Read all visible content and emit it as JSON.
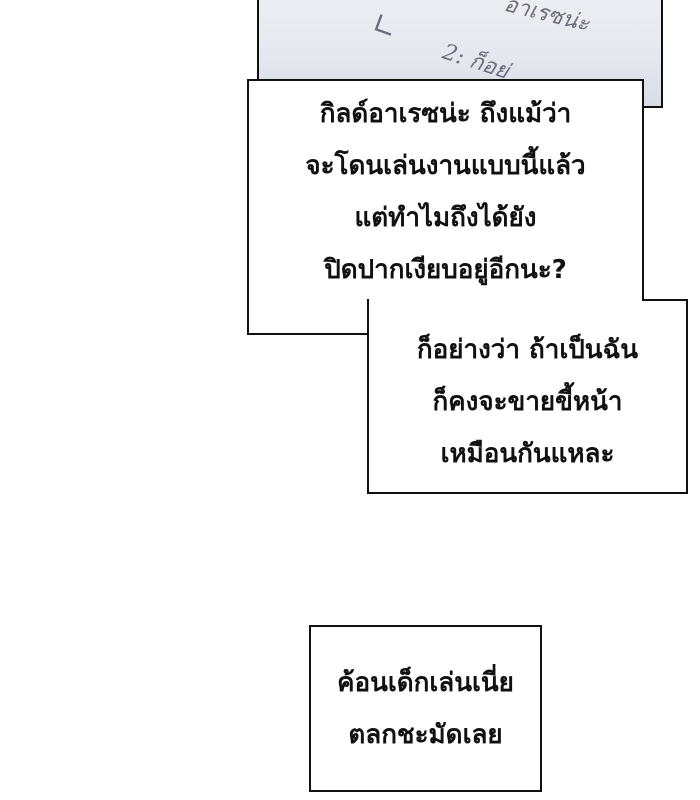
{
  "top_panel": {
    "handwriting_lines": [
      "อาเรซน่ะ",
      "∟",
      "2: ก็อย่"
    ]
  },
  "bubbles": [
    {
      "lines": [
        "กิลด์อาเรซน่ะ ถึงแม้ว่า",
        "จะโดนเล่นงานแบบนี้แล้ว",
        "แต่ทำไมถึงได้ยัง",
        "ปิดปากเงียบอยู่อีกนะ?"
      ]
    },
    {
      "lines": [
        "ก็อย่างว่า ถ้าเป็นฉัน",
        "ก็คงจะขายขี้หน้า",
        "เหมือนกันแหละ"
      ]
    },
    {
      "lines": [
        "ค้อนเด็กเล่นเนี่ย",
        "ตลกชะมัดเลย"
      ]
    }
  ]
}
